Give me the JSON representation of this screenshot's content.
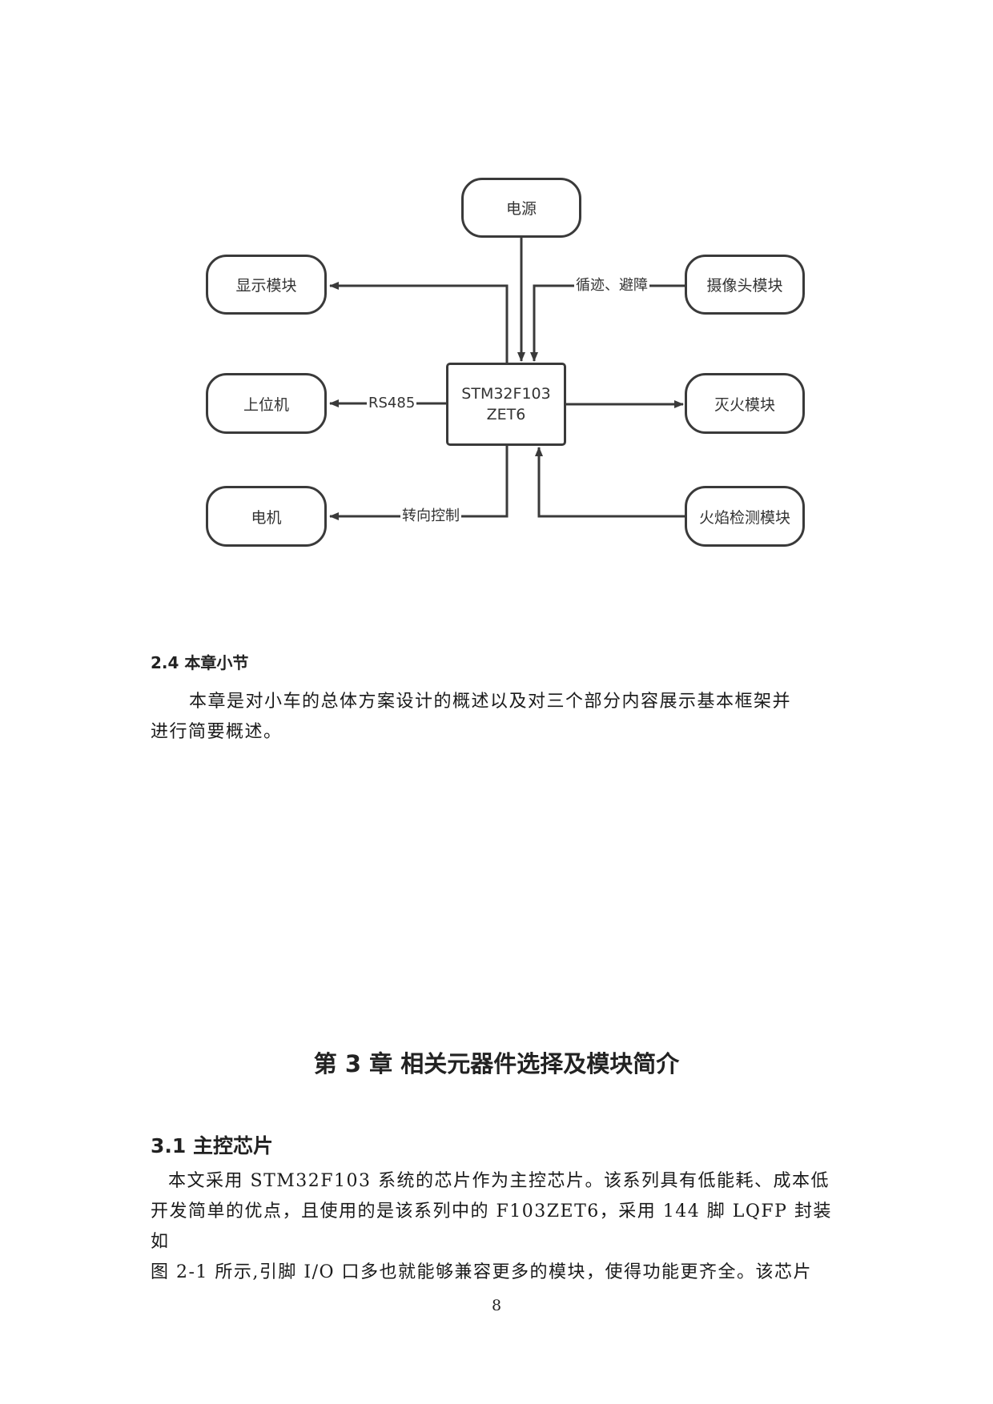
{
  "diagram": {
    "nodes": {
      "power": "电源",
      "display": "显示模块",
      "camera": "摄像头模块",
      "host": "上位机",
      "mcu_line1": "STM32F103",
      "mcu_line2": "ZET6",
      "extinguisher": "灭火模块",
      "motor": "电机",
      "flame_sensor": "火焰检测模块"
    },
    "edge_labels": {
      "camera_to_mcu": "循迹、避障",
      "mcu_to_host": "RS485",
      "mcu_to_motor": "转向控制"
    },
    "line_color": "#3a3a3a"
  },
  "section_2_4": {
    "heading": "2.4 本章小节",
    "paragraph_lines": [
      "本章是对小车的总体方案设计的概述以及对三个部分内容展示基本框架并",
      "进行简要概述。"
    ]
  },
  "chapter_3": {
    "title": "第 3 章  相关元器件选择及模块简介"
  },
  "section_3_1": {
    "heading": "3.1  主控芯片",
    "paragraph_lines": [
      "本文采用 STM32F103 系统的芯片作为主控芯片。该系列具有低能耗、成本低",
      "开发简单的优点，且使用的是该系列中的 F103ZET6，采用 144 脚 LQFP 封装如",
      "图 2-1 所示,引脚 I/O 口多也就能够兼容更多的模块，使得功能更齐全。该芯片"
    ]
  },
  "footer": {
    "page_number": "8"
  }
}
